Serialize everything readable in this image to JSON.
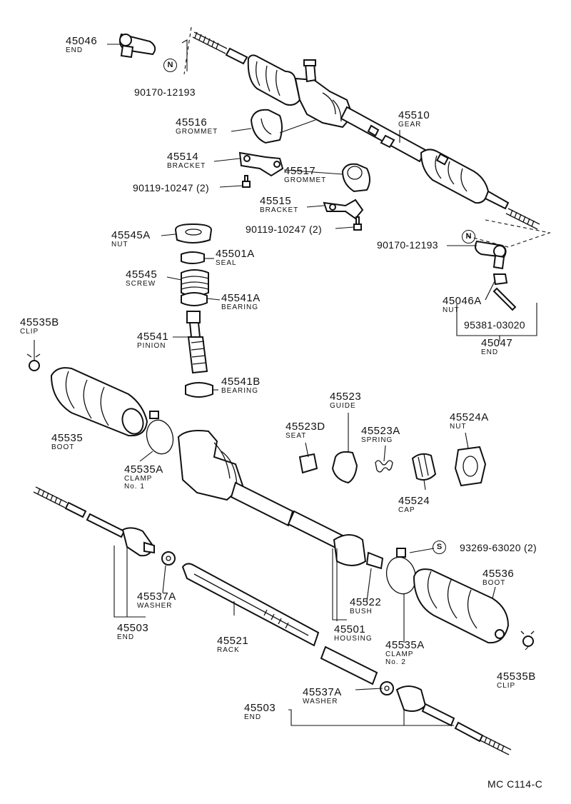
{
  "diagram_code": "MC  C114-C",
  "badge_letters": {
    "n": "N",
    "s": "S"
  },
  "labels": {
    "l45046": {
      "pn": "45046",
      "nm": "END"
    },
    "l90170a": {
      "pn": "90170-12193"
    },
    "l45516": {
      "pn": "45516",
      "nm": "GROMMET"
    },
    "l45510": {
      "pn": "45510",
      "nm": "GEAR"
    },
    "l45514": {
      "pn": "45514",
      "nm": "BRACKET"
    },
    "l45517": {
      "pn": "45517",
      "nm": "GROMMET"
    },
    "l90119a": {
      "pn": "90119-10247 (2)"
    },
    "l45515": {
      "pn": "45515",
      "nm": "BRACKET"
    },
    "l90119b": {
      "pn": "90119-10247 (2)"
    },
    "l90170b": {
      "pn": "90170-12193"
    },
    "l45545A": {
      "pn": "45545A",
      "nm": "NUT"
    },
    "l45501A": {
      "pn": "45501A",
      "nm": "SEAL"
    },
    "l45545": {
      "pn": "45545",
      "nm": "SCREW"
    },
    "l45541A": {
      "pn": "45541A",
      "nm": "BEARING"
    },
    "l45046A": {
      "pn": "45046A",
      "nm": "NUT"
    },
    "l95381": {
      "pn": "95381-03020"
    },
    "l45047": {
      "pn": "45047",
      "nm": "END"
    },
    "l45535B1": {
      "pn": "45535B",
      "nm": "CLIP"
    },
    "l45541": {
      "pn": "45541",
      "nm": "PINION"
    },
    "l45541B": {
      "pn": "45541B",
      "nm": "BEARING"
    },
    "l45535": {
      "pn": "45535",
      "nm": "BOOT"
    },
    "l45523": {
      "pn": "45523",
      "nm": "GUIDE"
    },
    "l45523D": {
      "pn": "45523D",
      "nm": "SEAT"
    },
    "l45523A": {
      "pn": "45523A",
      "nm": "SPRING"
    },
    "l45524A": {
      "pn": "45524A",
      "nm": "NUT"
    },
    "l45535A1": {
      "pn": "45535A",
      "nm": "CLAMP",
      "nm2": "No. 1"
    },
    "l45524": {
      "pn": "45524",
      "nm": "CAP"
    },
    "l93269": {
      "pn": "93269-63020 (2)"
    },
    "l45536": {
      "pn": "45536",
      "nm": "BOOT"
    },
    "l45537A1": {
      "pn": "45537A",
      "nm": "WASHER"
    },
    "l45522": {
      "pn": "45522",
      "nm": "BUSH"
    },
    "l45503a": {
      "pn": "45503",
      "nm": "END"
    },
    "l45521": {
      "pn": "45521",
      "nm": "RACK"
    },
    "l45501": {
      "pn": "45501",
      "nm": "HOUSING"
    },
    "l45535A2": {
      "pn": "45535A",
      "nm": "CLAMP",
      "nm2": "No. 2"
    },
    "l45535B2": {
      "pn": "45535B",
      "nm": "CLIP"
    },
    "l45537A2": {
      "pn": "45537A",
      "nm": "WASHER"
    },
    "l45503b": {
      "pn": "45503",
      "nm": "END"
    }
  }
}
